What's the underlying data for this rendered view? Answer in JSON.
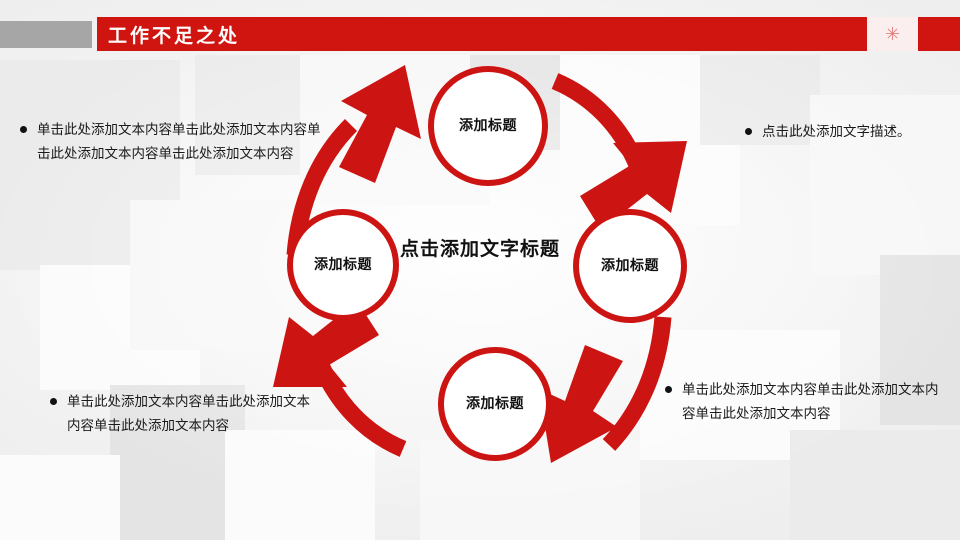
{
  "header": {
    "title": "工作不足之处",
    "accent_color": "#d01510",
    "gray_color": "#a6a6a6",
    "mark_icon": "asterisk-icon",
    "mark_glyph": "✳"
  },
  "diagram": {
    "center_title": "点击添加文字标题",
    "nodes": [
      {
        "id": "top",
        "label": "添加标题"
      },
      {
        "id": "right",
        "label": "添加标题"
      },
      {
        "id": "bottom",
        "label": "添加标题"
      },
      {
        "id": "left",
        "label": "添加标题"
      }
    ],
    "arrow_color": "#cc1512",
    "ring_color": "#cc1512"
  },
  "text_blocks": {
    "top_left": "单击此处添加文本内容单击此处添加文本内容单击此处添加文本内容单击此处添加文本内容",
    "top_right": "点击此处添加文字描述。",
    "bottom_left": "单击此处添加文本内容单击此处添加文本内容单击此处添加文本内容",
    "bottom_right": "单击此处添加文本内容单击此处添加文本内容单击此处添加文本内容"
  }
}
